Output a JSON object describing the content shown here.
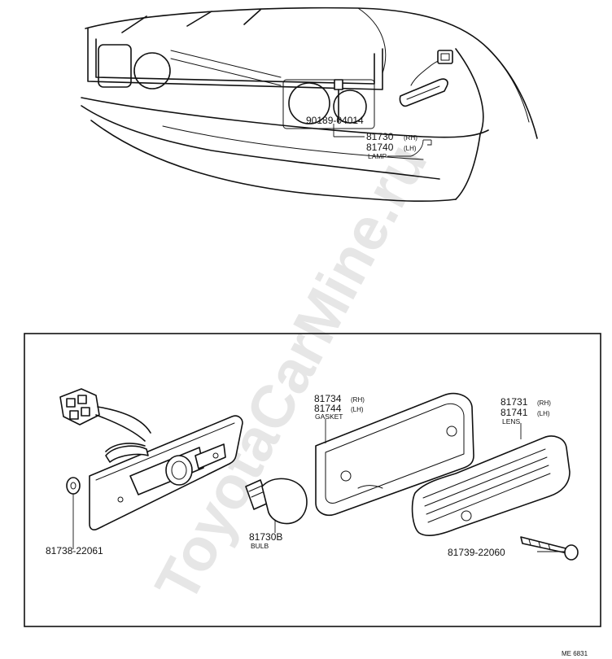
{
  "watermark": "ToyotaCarMine.ru",
  "top_labels": {
    "bolt": "90189-04014",
    "lamp_rh_code": "81730",
    "lamp_rh_side": "(RH)",
    "lamp_lh_code": "81740",
    "lamp_lh_side": "(LH)",
    "lamp_caption": "LAMP"
  },
  "bottom_labels": {
    "gasket_rh_code": "81734",
    "gasket_rh_side": "(RH)",
    "gasket_lh_code": "81744",
    "gasket_lh_side": "(LH)",
    "gasket_caption": "GASKET",
    "lens_rh_code": "81731",
    "lens_rh_side": "(RH)",
    "lens_lh_code": "81741",
    "lens_lh_side": "(LH)",
    "lens_caption": "LENS",
    "bulb_code": "81730B",
    "bulb_caption": "BULB",
    "washer_code": "81738-22061",
    "screw_code": "81739-22060",
    "figure_ref": "ME 6831"
  }
}
